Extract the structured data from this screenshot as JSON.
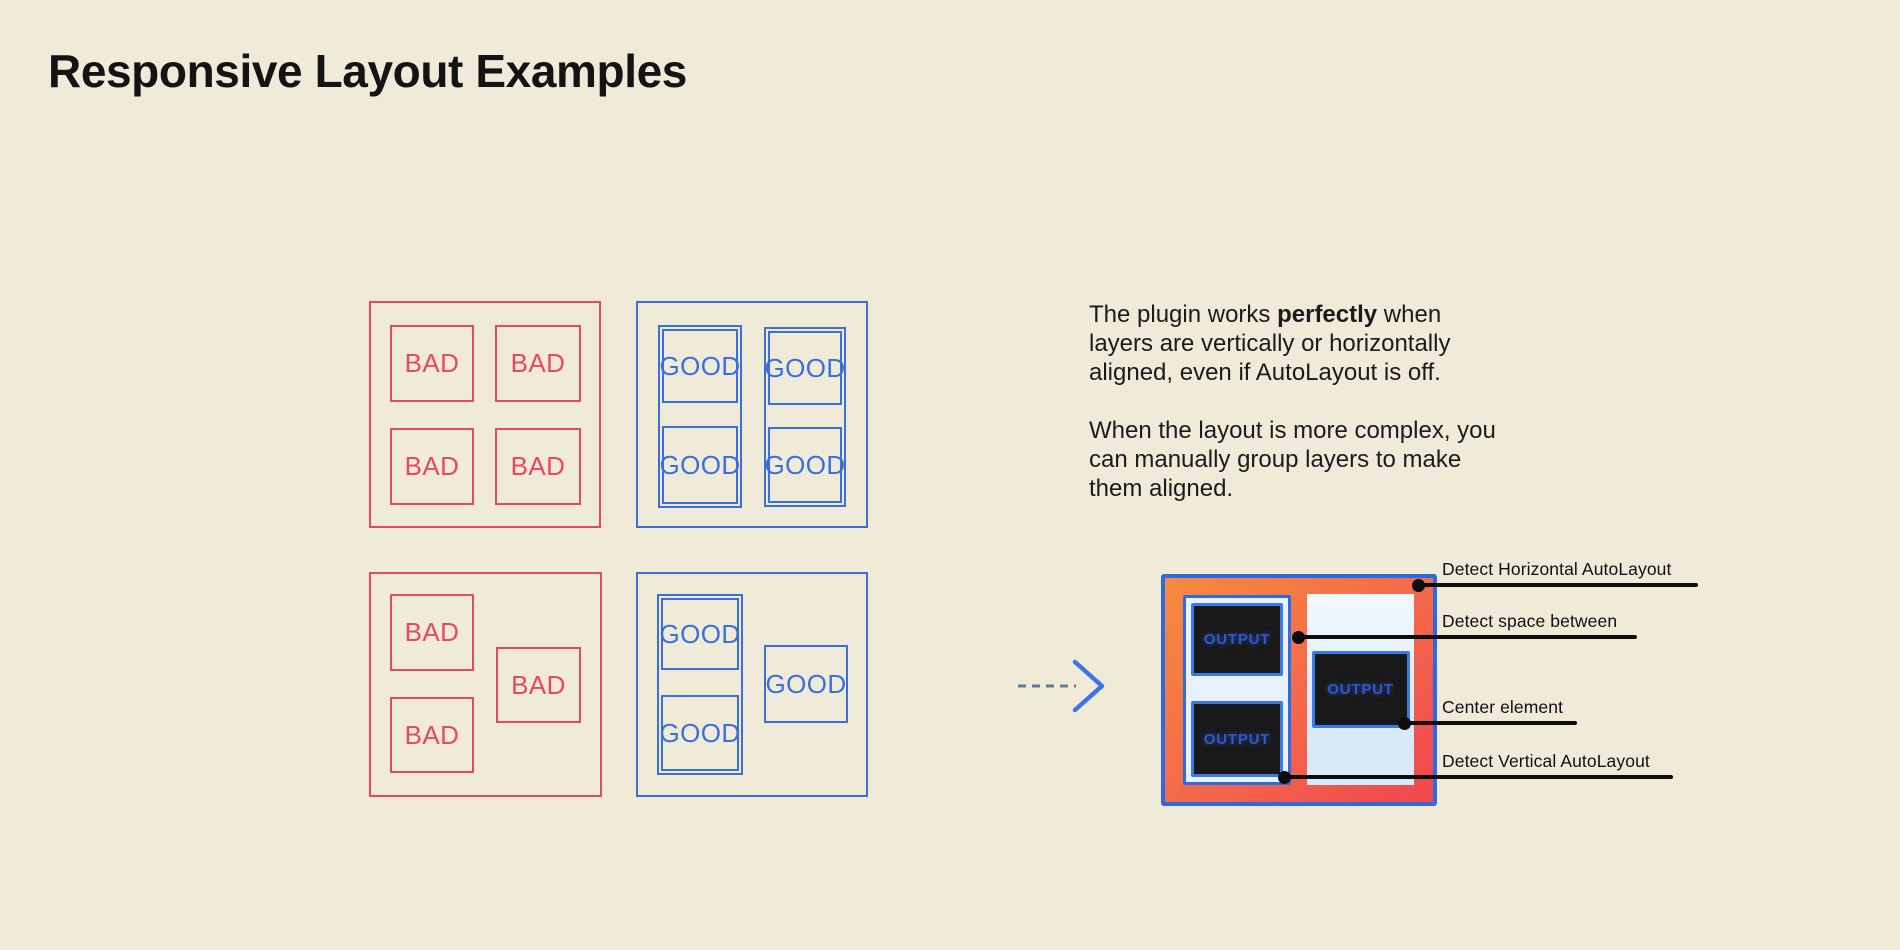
{
  "title": "Responsive Layout Examples",
  "labels": {
    "bad": "BAD",
    "good": "GOOD",
    "output": "OUTPUT"
  },
  "description": {
    "p1_pre": "The plugin works ",
    "p1_bold": "perfectly",
    "p1_post": " when",
    "p1_l2": "layers are vertically or horizontally",
    "p1_l3": "aligned, even if AutoLayout is off.",
    "p2_l1": "When the layout is more complex, you",
    "p2_l2": "can manually group layers to make",
    "p2_l3": "them aligned."
  },
  "annotations": [
    {
      "label": "Detect Horizontal AutoLayout"
    },
    {
      "label": "Detect space between"
    },
    {
      "label": "Center element"
    },
    {
      "label": "Detect Vertical AutoLayout"
    }
  ],
  "colors": {
    "background": "#f0ead9",
    "bad_red": "#e8495f",
    "good_blue": "#3b6fdc",
    "frame_border_blue": "#2c69e2",
    "gradient_orange": "#f68b3d",
    "gradient_red": "#f1464e",
    "panel_light_blue": "#e7f2fd",
    "dark_box": "#191919",
    "output_text_blue": "#2e57d8",
    "annotation_black": "#0d0d0d",
    "arrow_dash": "#5d7da0",
    "arrow_chevron": "#3f74e6"
  }
}
